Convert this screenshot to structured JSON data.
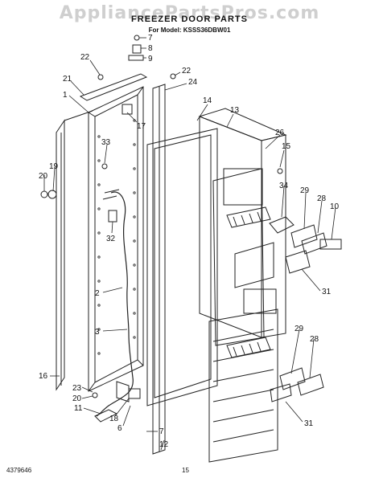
{
  "watermark": "AppliancePartsPros.com",
  "title": "FREEZER DOOR PARTS",
  "model": "For Model: KSSS36DBW01",
  "footer": {
    "part_number": "4379646",
    "page": "15"
  },
  "callouts": [
    "7",
    "8",
    "9",
    "22",
    "22",
    "24",
    "21",
    "1",
    "17",
    "14",
    "13",
    "26",
    "15",
    "33",
    "20",
    "19",
    "34",
    "29",
    "28",
    "10",
    "32",
    "31",
    "2",
    "3",
    "29",
    "28",
    "16",
    "23",
    "20",
    "11",
    "18",
    "6",
    "7",
    "12",
    "31"
  ]
}
